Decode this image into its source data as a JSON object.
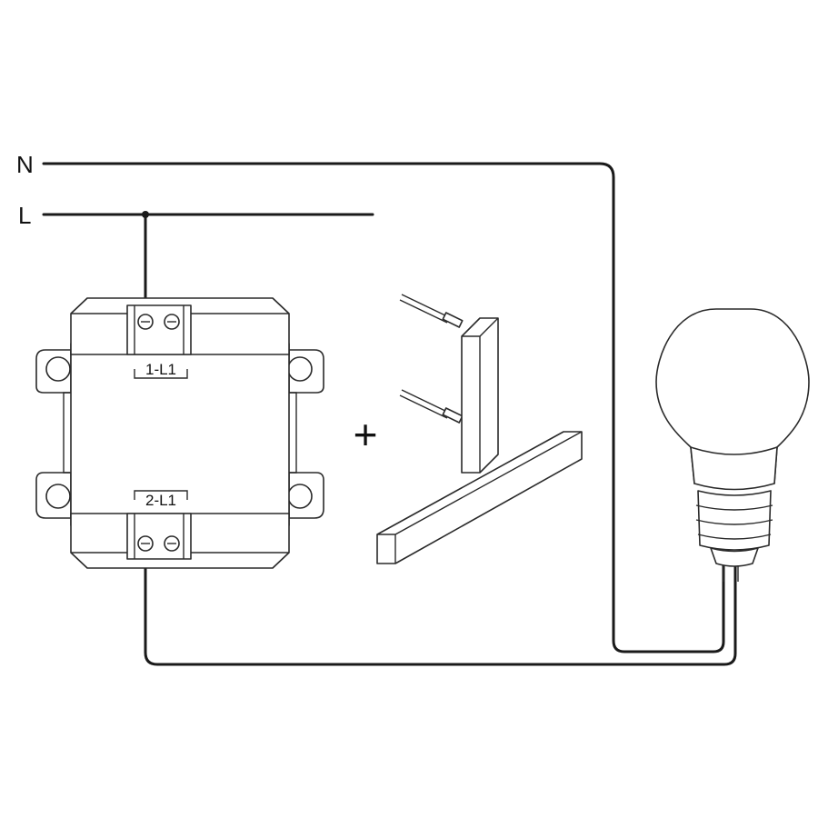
{
  "lines": {
    "neutral": "N",
    "live": "L"
  },
  "switch": {
    "terminal_top": "1-L1",
    "terminal_bottom": "2-L1"
  },
  "operator": "+",
  "components": {
    "switch_icon": "switch-mechanism-icon",
    "rocker_icon": "t-shaped-rocker-icon",
    "bulb_icon": "light-bulb-icon"
  }
}
